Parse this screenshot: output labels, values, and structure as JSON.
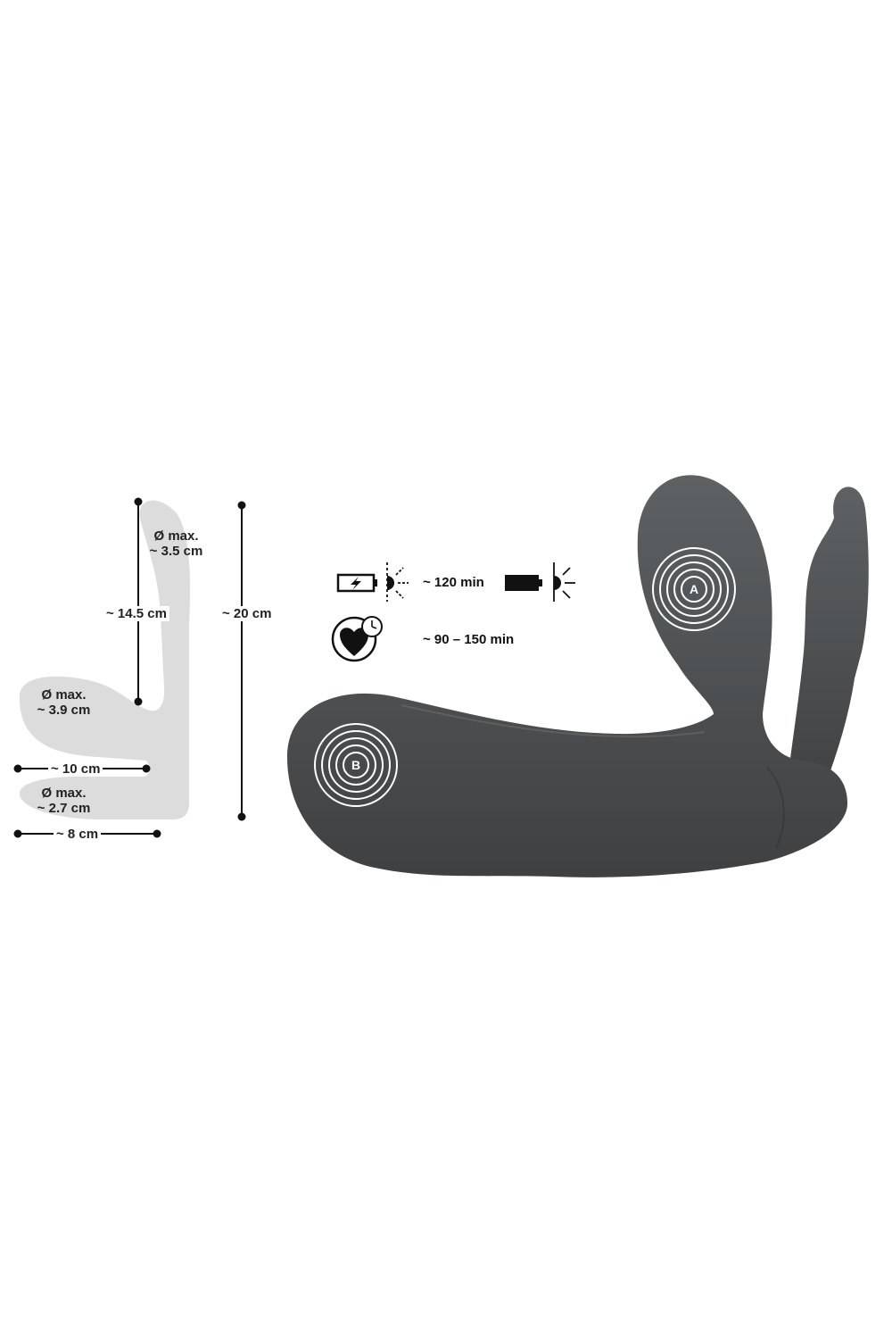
{
  "diagram": {
    "dimensions": {
      "total_length": "~ 20 cm",
      "upper_arm_length": "~ 14.5 cm",
      "upper_diameter_label": "Ø max.",
      "upper_diameter_value": "~ 3.5 cm",
      "middle_diameter_label": "Ø max.",
      "middle_diameter_value": "~ 3.9 cm",
      "gap_length": "~ 10 cm",
      "lower_diameter_label": "Ø max.",
      "lower_diameter_value": "~ 2.7 cm",
      "base_length": "~ 8 cm"
    },
    "specs": {
      "charge_time": "~ 120 min",
      "usage_time": "~ 90 – 150 min",
      "icons": [
        "battery-charging-icon",
        "led-light-icon",
        "battery-full-icon",
        "led-light-icon",
        "heart-clock-icon"
      ]
    },
    "product": {
      "zone_a_label": "A",
      "zone_b_label": "B",
      "colors": {
        "body": "#55585a",
        "body_dark": "#3d3f41",
        "silhouette": "#dcdcdc",
        "ring": "#ffffff"
      }
    }
  }
}
